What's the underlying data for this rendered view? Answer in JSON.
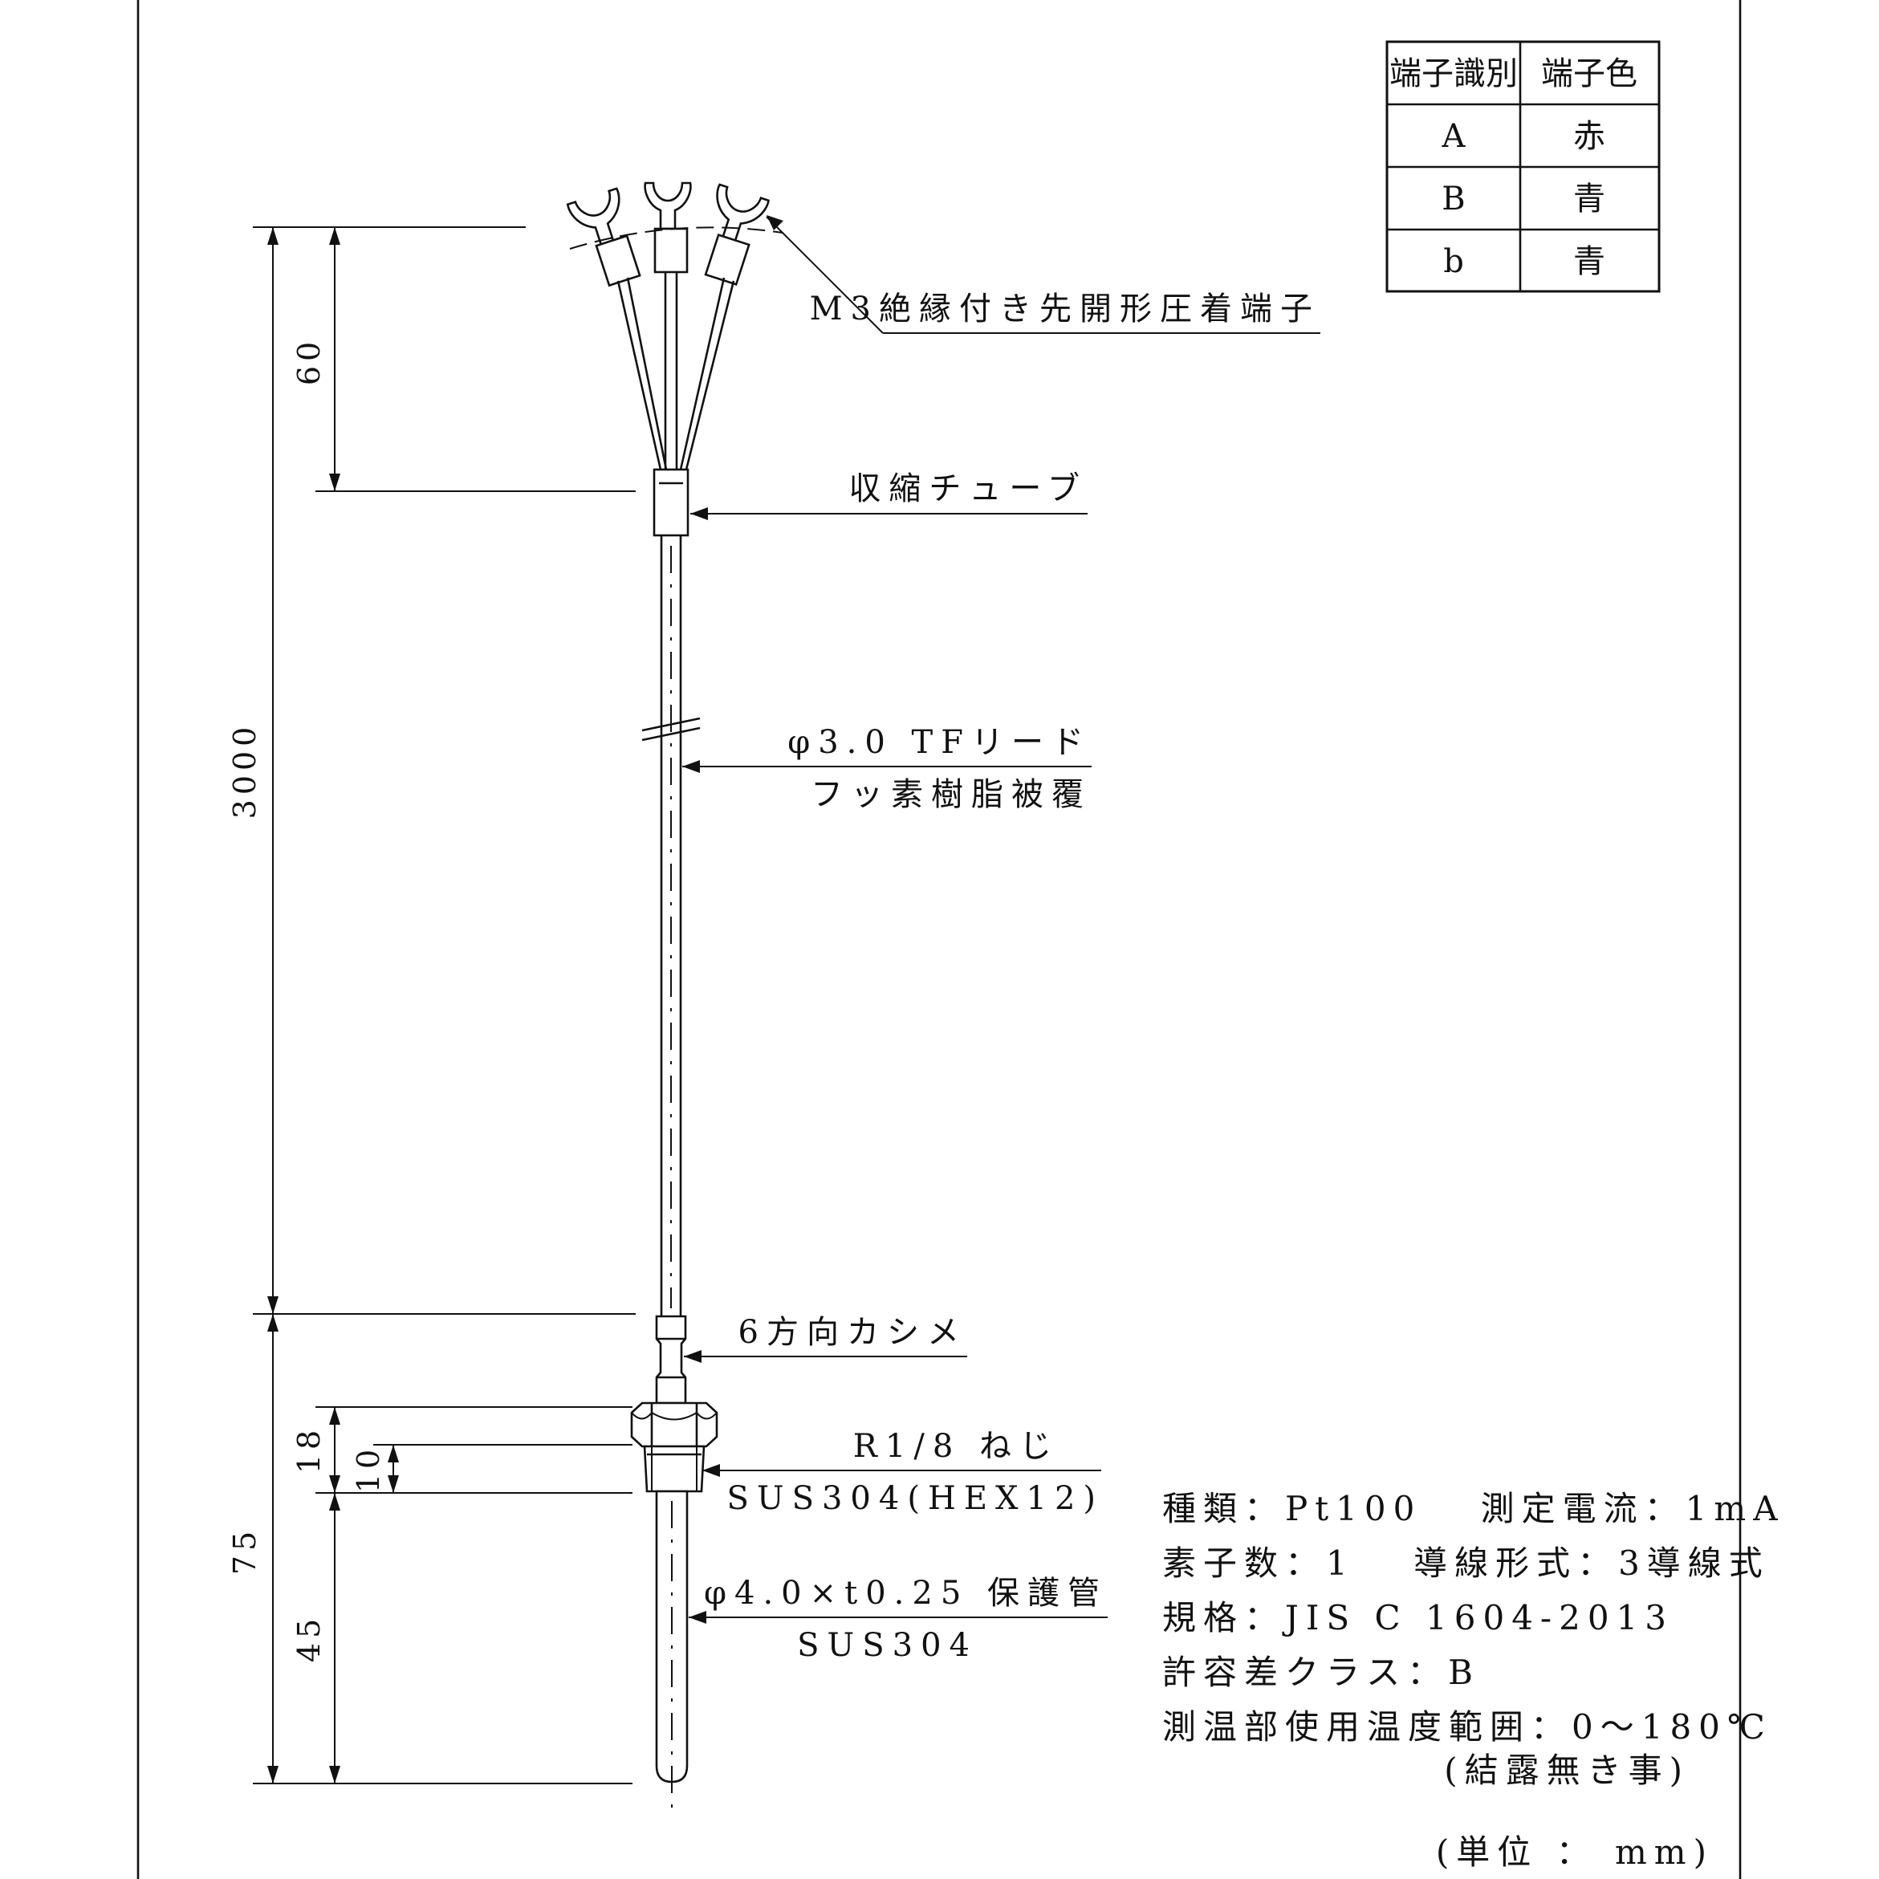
{
  "table": {
    "headers": [
      "端子識別",
      "端子色"
    ],
    "rows": [
      {
        "id": "A",
        "color": "赤"
      },
      {
        "id": "B",
        "color": "青"
      },
      {
        "id": "b",
        "color": "青"
      }
    ]
  },
  "labels": {
    "terminal": "M3絶縁付き先開形圧着端子",
    "shrink_tube": "収縮チューブ",
    "lead_line1": "φ3.0 TFリード",
    "lead_line2": "フッ素樹脂被覆",
    "crimp": "6方向カシメ",
    "thread_line1": "R1/8 ねじ",
    "thread_line2": "SUS304(HEX12)",
    "tube_line1": "φ4.0×t0.25 保護管",
    "tube_line2": "SUS304"
  },
  "dimensions": {
    "lead_length": "3000",
    "terminal_length": "60",
    "sheath_length": "75",
    "hex_length": "18",
    "thread_length": "10",
    "tube_length": "45"
  },
  "specs": [
    "種類：Pt100　 測定電流：1mA",
    "素子数：1　 導線形式：3導線式",
    "規格：JIS C 1604-2013",
    "許容差クラス：B",
    "測温部使用温度範囲：0～180℃",
    "(結露無き事)"
  ],
  "unit_note": "(単位 ： mm)"
}
